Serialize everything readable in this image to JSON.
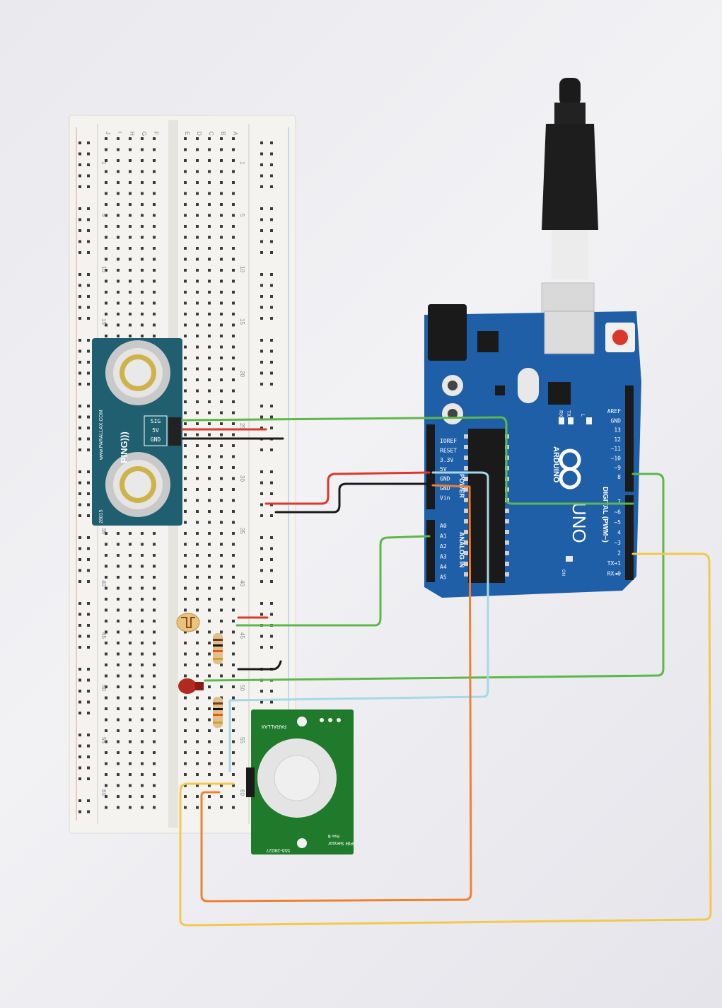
{
  "breadboard": {
    "row_letters_left": [
      "J",
      "I",
      "H",
      "G",
      "F"
    ],
    "row_letters_right": [
      "E",
      "D",
      "C",
      "B",
      "A"
    ],
    "column_numbers": [
      "1",
      "5",
      "10",
      "15",
      "20",
      "25",
      "30",
      "35",
      "40",
      "45",
      "50",
      "55",
      "60"
    ]
  },
  "ping_sensor": {
    "brand": "PING)))",
    "website": "www.PARALLAX.COM",
    "pins": [
      "SIG",
      "5V",
      "GND"
    ],
    "part_no": "28015"
  },
  "arduino": {
    "brand": "ARDUINO",
    "model": "UNO",
    "digital_header_label": "DIGITAL (PWM~)",
    "power_header_label": "POWER",
    "analog_header_label": "ANALOG IN",
    "top_right_pins": [
      "AREF",
      "GND",
      "13",
      "12",
      "~11",
      "~10",
      "~9",
      "8"
    ],
    "bottom_right_pins": [
      "7",
      "~6",
      "~5",
      "4",
      "~3",
      "2",
      "TX➔1",
      "RX◄0"
    ],
    "power_pins": [
      "IOREF",
      "RESET",
      "3.3V",
      "5V",
      "GND",
      "GND",
      "Vin"
    ],
    "analog_pins": [
      "A0",
      "A1",
      "A2",
      "A3",
      "A4",
      "A5"
    ],
    "leds": [
      "L",
      "TX",
      "RX"
    ],
    "on_label": "ON"
  },
  "pir_sensor": {
    "brand": "PARALLAX",
    "title": "PIR Sensor",
    "part_no": "555-28027",
    "revision": "Rev B"
  },
  "colors": {
    "wire_green": "#5cb84a",
    "wire_red": "#e0362c",
    "wire_black": "#1a1a1a",
    "wire_lightblue": "#a6d8e6",
    "wire_orange": "#f08030",
    "wire_yellow": "#f2c94c",
    "board_blue": "#1f5fa8",
    "breadboard": "#f4f3ef"
  }
}
